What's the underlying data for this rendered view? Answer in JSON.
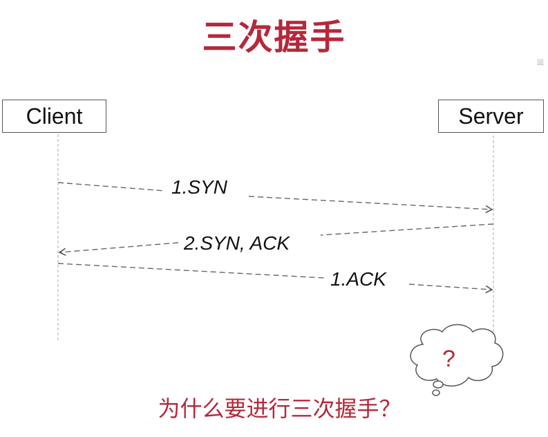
{
  "title": "三次握手",
  "participants": {
    "client": "Client",
    "server": "Server"
  },
  "messages": [
    {
      "label": "1.SYN",
      "from": "client",
      "to": "server"
    },
    {
      "label": "2.SYN, ACK",
      "from": "server",
      "to": "client"
    },
    {
      "label": "1.ACK",
      "from": "client",
      "to": "server"
    }
  ],
  "thought_bubble": {
    "text": "?"
  },
  "question": "为什么要进行三次握手？",
  "corner_mark": "図",
  "colors": {
    "accent": "#b5283a",
    "line": "#666666",
    "lifeline": "#bbbbbb"
  }
}
